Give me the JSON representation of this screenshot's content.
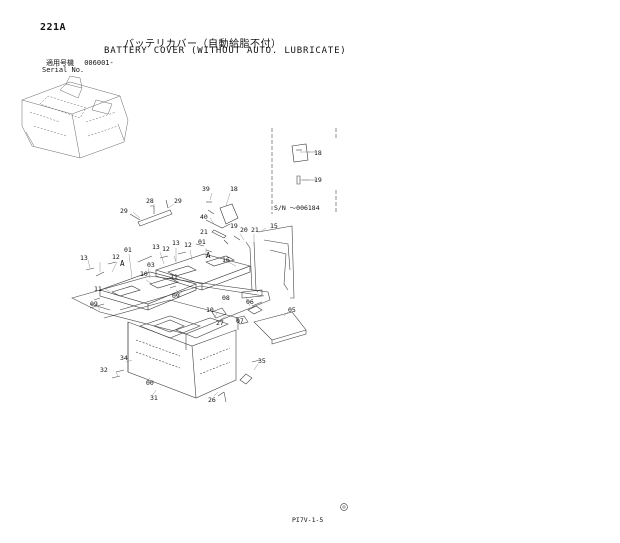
{
  "page_code": "221A",
  "title_jp": "バッテリカバー（自動給脂不付）",
  "title_en": "BATTERY COVER (WITHOUT AUTO. LUBRICATE)",
  "serial_jp": "適用号機",
  "serial_value": "006001-",
  "serial_en": "Serial No.",
  "sn_note": "S/N ～006184",
  "footer_code": "PI7V-1-5",
  "part_labels": [
    {
      "id": "n18a",
      "text": "18"
    },
    {
      "id": "n19a",
      "text": "19"
    },
    {
      "id": "n39",
      "text": "39"
    },
    {
      "id": "n18b",
      "text": "18"
    },
    {
      "id": "n28",
      "text": "28"
    },
    {
      "id": "n29a",
      "text": "29"
    },
    {
      "id": "n29b",
      "text": "29"
    },
    {
      "id": "n40",
      "text": "40"
    },
    {
      "id": "n19b",
      "text": "19"
    },
    {
      "id": "n21a",
      "text": "21"
    },
    {
      "id": "n20",
      "text": "20"
    },
    {
      "id": "n21b",
      "text": "21"
    },
    {
      "id": "n15",
      "text": "15"
    },
    {
      "id": "n01a",
      "text": "01"
    },
    {
      "id": "n01b",
      "text": "01"
    },
    {
      "id": "n13a",
      "text": "13"
    },
    {
      "id": "n13b",
      "text": "13"
    },
    {
      "id": "n12a",
      "text": "12"
    },
    {
      "id": "n12b",
      "text": "12"
    },
    {
      "id": "n12c",
      "text": "12"
    },
    {
      "id": "n13c",
      "text": "13"
    },
    {
      "id": "n16",
      "text": "16"
    },
    {
      "id": "nA1",
      "text": "A"
    },
    {
      "id": "nA2",
      "text": "A"
    },
    {
      "id": "n03",
      "text": "03"
    },
    {
      "id": "n10a",
      "text": "10"
    },
    {
      "id": "n11a",
      "text": "11"
    },
    {
      "id": "n11b",
      "text": "11"
    },
    {
      "id": "n09a",
      "text": "09"
    },
    {
      "id": "n09b",
      "text": "09"
    },
    {
      "id": "n08",
      "text": "08"
    },
    {
      "id": "n06",
      "text": "06"
    },
    {
      "id": "n05",
      "text": "05"
    },
    {
      "id": "n10b",
      "text": "10"
    },
    {
      "id": "n27",
      "text": "27"
    },
    {
      "id": "n07",
      "text": "07"
    },
    {
      "id": "n34",
      "text": "34"
    },
    {
      "id": "n32",
      "text": "32"
    },
    {
      "id": "n00",
      "text": "00"
    },
    {
      "id": "n35",
      "text": "35"
    },
    {
      "id": "n31",
      "text": "31"
    },
    {
      "id": "n26",
      "text": "26"
    }
  ]
}
